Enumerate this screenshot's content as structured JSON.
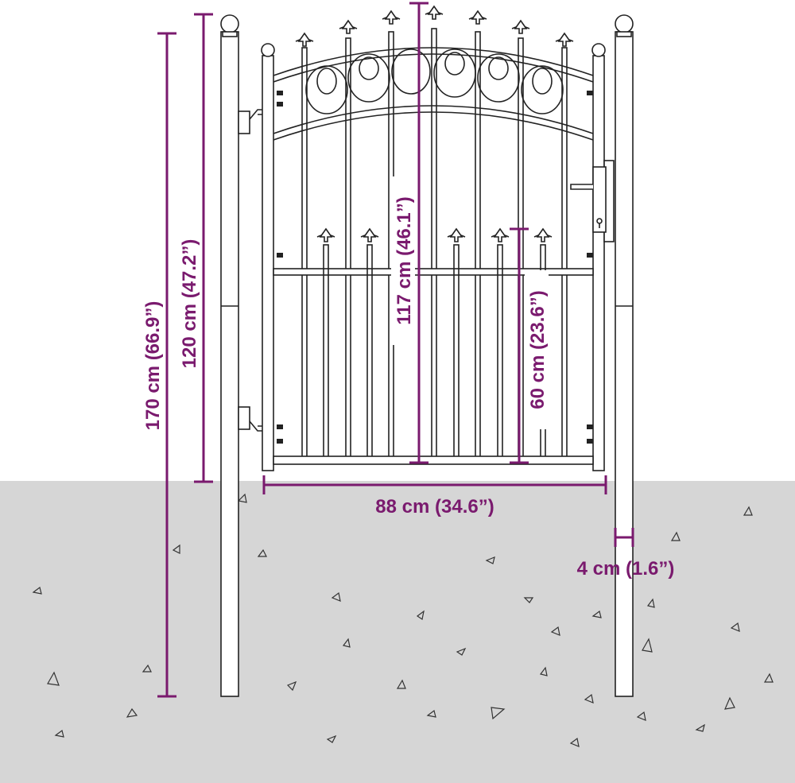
{
  "colors": {
    "dimension": "#7a1a6e",
    "ground": "#d6d6d6",
    "line": "#222222",
    "background": "#ffffff"
  },
  "dimensions": {
    "overall_height": "170 cm (66.9”)",
    "gate_height": "120 cm (47.2”)",
    "center_height": "117 cm (46.1”)",
    "lower_height": "60 cm (23.6”)",
    "width": "88 cm (34.6”)",
    "post_width": "4 cm (1.6”)"
  }
}
